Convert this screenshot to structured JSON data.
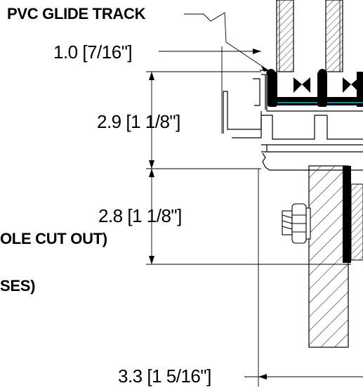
{
  "labels": {
    "pvc_glide_track": "PVC GLIDE TRACK",
    "dim_glide_offset": "1.0 [7/16\"]",
    "dim_upper_height": "2.9 [1 1/8\"]",
    "dim_lower_height": "2.8 [1 1/8\"]",
    "dim_overall_depth": "3.3 [1 5/16\"]",
    "note_cut_out": "OLE CUT OUT)",
    "note_ses": "SES)"
  },
  "colors": {
    "line": "#000000",
    "background": "#ffffff",
    "gasket": "#000000",
    "glass_highlight": "#00bcd4"
  }
}
